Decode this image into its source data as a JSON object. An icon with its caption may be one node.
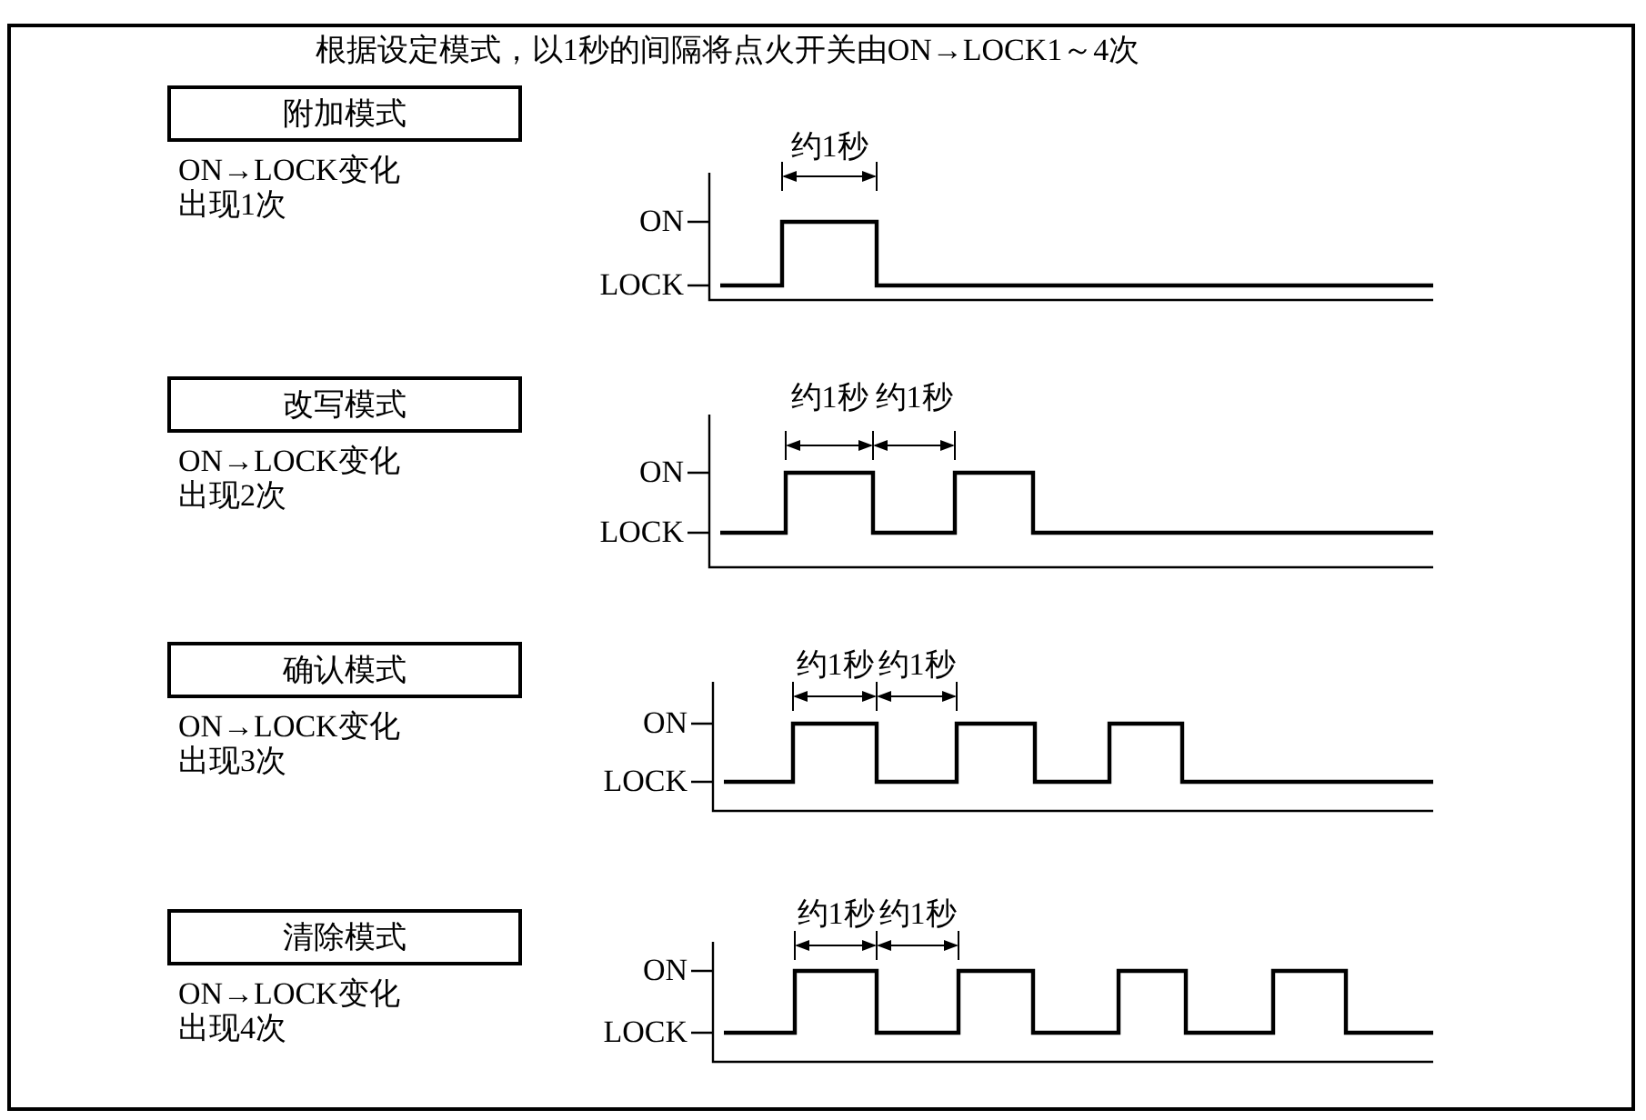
{
  "diagram": {
    "title": "根据设定模式，以1秒的间隔将点火开关由ON→LOCK1～4次",
    "nodes": [
      {
        "text": [
          "附加模式"
        ],
        "beside": [
          "ON→LOCK变化出现1次"
        ]
      },
      {
        "text": [
          "改写模式"
        ],
        "beside": [
          "ON→LOCK变化出现2次"
        ]
      },
      {
        "text": [
          "确认模式"
        ],
        "beside": [
          "ON→LOCK变化出现3次"
        ]
      },
      {
        "text": [
          "清除模式"
        ],
        "beside": [
          "ON→LOCK变化出现4次"
        ]
      }
    ],
    "labels": [
      "约1秒",
      "ON",
      "LOCK",
      "约1秒",
      "约1秒",
      "ON",
      "LOCK",
      "约1秒",
      "约1秒",
      "ON",
      "LOCK",
      "约1秒",
      "约1秒",
      "ON",
      "LOCK"
    ]
  }
}
